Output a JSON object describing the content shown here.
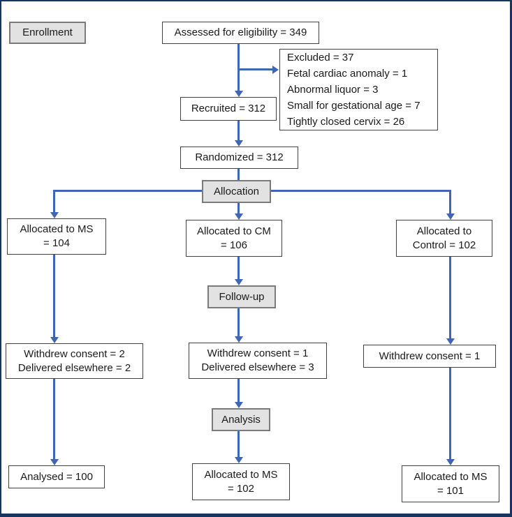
{
  "colors": {
    "arrow_blue": "#3E66B5",
    "stage_fill": "#e2e2e2",
    "stage_border": "#7a7a7a",
    "box_border": "#404040",
    "frame_border": "#17355e",
    "text": "#1a1a1a"
  },
  "stages": {
    "enrollment": "Enrollment",
    "allocation": "Allocation",
    "followup": "Follow-up",
    "analysis": "Analysis"
  },
  "nodes": {
    "assessed": {
      "line1": "Assessed for eligibility = 349"
    },
    "excluded": {
      "line1": "Excluded = 37",
      "line2": "Fetal cardiac anomaly = 1",
      "line3": "Abnormal liquor = 3",
      "line4": "Small for gestational age = 7",
      "line5": "Tightly closed cervix = 26"
    },
    "recruited": {
      "line1": "Recruited = 312"
    },
    "randomized": {
      "line1": "Randomized = 312"
    },
    "alloc_ms": {
      "line1": "Allocated to MS",
      "line2": "= 104"
    },
    "alloc_cm": {
      "line1": "Allocated to CM",
      "line2": "= 106"
    },
    "alloc_control": {
      "line1": "Allocated to",
      "line2": "Control = 102"
    },
    "withdrew_ms": {
      "line1": "Withdrew consent = 2",
      "line2": "Delivered elsewhere = 2"
    },
    "withdrew_cm": {
      "line1": "Withdrew consent = 1",
      "line2": "Delivered elsewhere = 3"
    },
    "withdrew_control": {
      "line1": "Withdrew consent = 1"
    },
    "analysed_ms": {
      "line1": "Analysed = 100"
    },
    "final_cm": {
      "line1": "Allocated to MS",
      "line2": "= 102"
    },
    "final_control": {
      "line1": "Allocated to MS",
      "line2": "= 101"
    }
  }
}
